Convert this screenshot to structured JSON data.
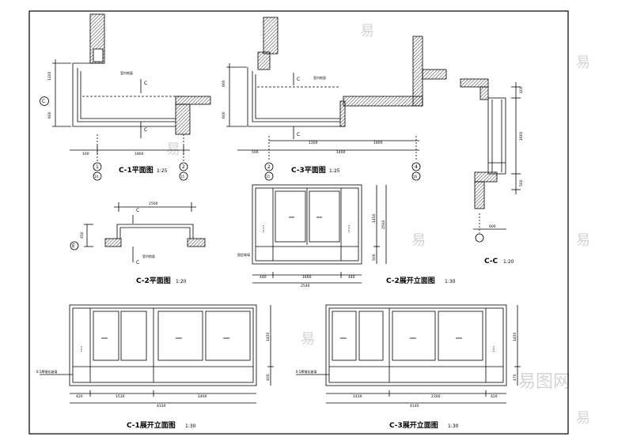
{
  "colors": {
    "line": "#000000",
    "hatch": "#000000",
    "watermark": "#cfcfcf",
    "paper": "#ffffff"
  },
  "watermark": {
    "glyph": "易",
    "brand": "易图网"
  },
  "titles": {
    "c1_plan": "C-1平面图",
    "c1_plan_scale": "1:25",
    "c3_plan": "C-3平面图",
    "c3_plan_scale": "1:25",
    "c2_plan": "C-2平面图",
    "c2_plan_scale": "1:20",
    "c2_elev": "C-2展开立面图",
    "c2_elev_scale": "1:30",
    "cc_section": "C-C",
    "cc_section_scale": "1:20",
    "c1_elev": "C-1展开立面图",
    "c1_elev_scale": "1:30",
    "c3_elev": "C-3展开立面图",
    "c3_elev_scale": "1:30"
  },
  "section_mark": "C",
  "axes": {
    "c": "C",
    "e": "E",
    "one": "1",
    "fourteen": "14",
    "two": "2",
    "fifteen": "15",
    "four": "4",
    "sixteen": "16"
  },
  "notes": {
    "indoor_line": "室内地面",
    "glass": "6.5厚钢化玻璃",
    "fixed_glass": "固定玻璃"
  },
  "dims": {
    "c1_w1": "100",
    "c1_w2": "1800",
    "c1_h1": "1100",
    "c1_h2": "600",
    "c3_w1": "500",
    "c3_w2": "1200",
    "c3_w3": "1800",
    "c3_w4": "1400",
    "c3_h1": "900",
    "c3_h2": "600",
    "c2p_w": "1500",
    "c2p_h": "450",
    "c2e_w1": "440",
    "c2e_w2": "1660",
    "c2e_w3": "440",
    "c2e_total": "2540",
    "c2e_h1": "1450",
    "c2e_h2": "500",
    "c2e_h3": "2500",
    "cc_h1": "400",
    "cc_h2": "1600",
    "cc_h3": "500",
    "cc_w": "600",
    "c1e_w1": "420",
    "c1e_w2": "1510",
    "c1e_w3": "2400",
    "c1e_total": "4330",
    "c1e_h1": "1450",
    "c1e_h2": "400",
    "c3e_w1": "1430",
    "c3e_w2": "2300",
    "c3e_w3": "420",
    "c3e_total": "4140",
    "c3e_h1": "1450",
    "c3e_h2": "470"
  }
}
